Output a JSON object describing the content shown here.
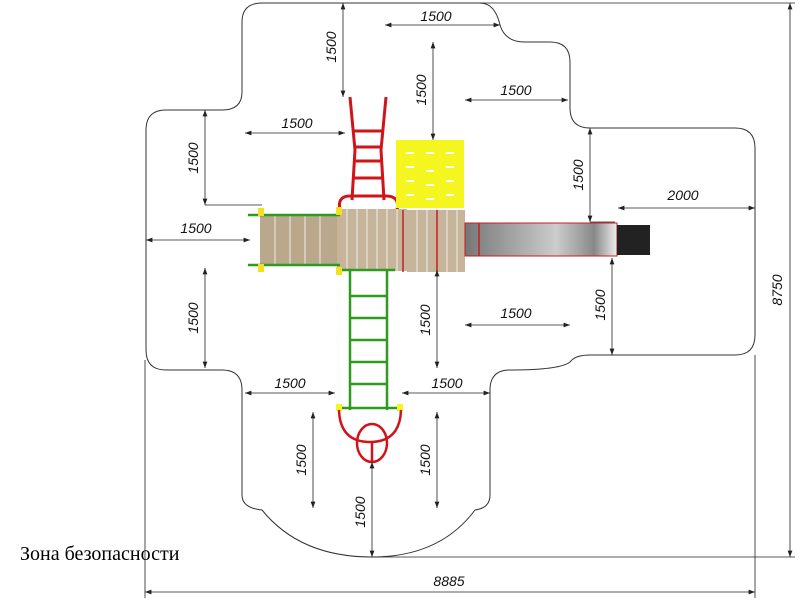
{
  "zone_label": "Зона безопасности",
  "dims": [
    "1500",
    "1500",
    "1500",
    "1500",
    "1500",
    "1500",
    "1500",
    "2000",
    "1500",
    "1500",
    "1500",
    "1500",
    "1500",
    "1500",
    "1500",
    "1500",
    "1500",
    "1500",
    "8750",
    "8885"
  ],
  "colors": {
    "slide_ladder": "#d0141a",
    "green_frame": "#2e9a1e",
    "deck": "#b9a88c",
    "panel": "#f5f520",
    "slide": "#a8a8a8"
  }
}
